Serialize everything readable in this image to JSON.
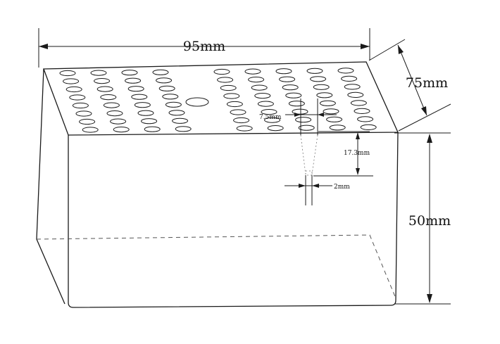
{
  "dimensions": {
    "width_label": "95mm",
    "depth_label": "75mm",
    "height_label": "50mm",
    "hole_spacing_label": "7.5mm",
    "hole_depth_label": "17.3mm",
    "hole_bottom_label": "2mm"
  },
  "colors": {
    "line": "#1a1a1a",
    "background": "#ffffff"
  }
}
